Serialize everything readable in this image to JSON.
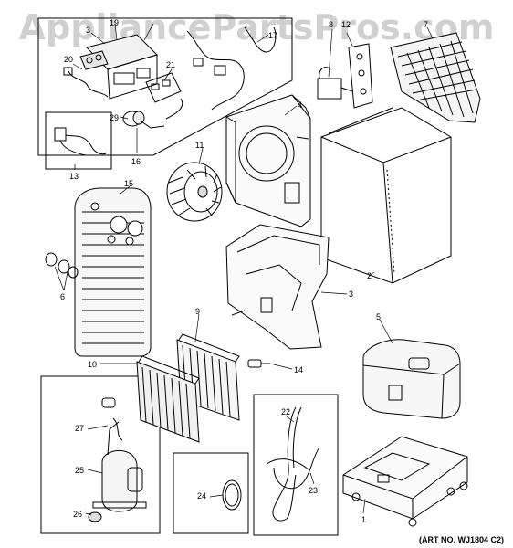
{
  "watermark": "AppliancePartsPros.com",
  "art_number": "(ART NO. WJ1804 C2)",
  "callouts": {
    "c1": "1",
    "c2": "2",
    "c3": "3",
    "c4": "4",
    "c5": "5",
    "c6": "6",
    "c7": "7",
    "c8": "8",
    "c9": "9",
    "c10": "10",
    "c11": "11",
    "c12": "12",
    "c13": "13",
    "c14": "14",
    "c15": "15",
    "c16": "16",
    "c17": "17",
    "c19": "19",
    "c20": "20",
    "c21": "21",
    "c22": "22",
    "c23": "23",
    "c24": "24",
    "c25": "25",
    "c26": "26",
    "c27": "27",
    "c29": "29"
  }
}
